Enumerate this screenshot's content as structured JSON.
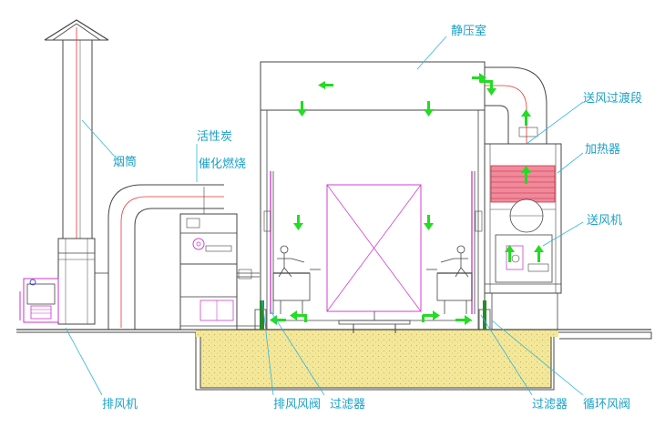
{
  "labels": {
    "chimney": "烟筒",
    "activated_carbon": "活性炭",
    "catalytic_combustion": "催化燃烧",
    "plenum_chamber": "静压室",
    "supply_air_transition": "送风过渡段",
    "heater": "加热器",
    "supply_fan": "送风机",
    "exhaust_fan": "排风机",
    "exhaust_damper": "排风风阀",
    "filter_left": "过滤器",
    "filter_right": "过滤器",
    "recirculation_damper": "循环风阀"
  },
  "colors": {
    "outline": "#444444",
    "label": "#1aa0c8",
    "leader": "#33b5dd",
    "flow_arrow": "#22dd22",
    "duct_centerline": "#ee3333",
    "workpiece": "#d040d0",
    "heater_fill": "#f08a9a",
    "pit_fill": "#f3e79a",
    "rail": "#cc44cc"
  },
  "icons": [
    "flow-arrow-icon",
    "worker-icon",
    "fan-icon"
  ]
}
